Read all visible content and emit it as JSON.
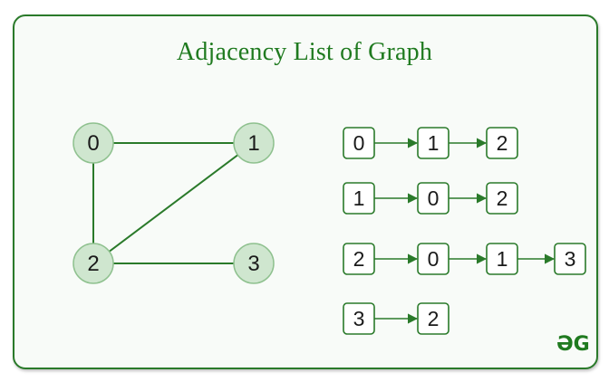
{
  "title": "Adjacency List of Graph",
  "logo": "GG",
  "colors": {
    "accent": "#1f7a1f",
    "node_fill": "#cfe6cf",
    "node_stroke": "#8fc18f",
    "edge": "#2a7a2a",
    "card_border": "#2a7a2a"
  },
  "graph": {
    "nodes": [
      "0",
      "1",
      "2",
      "3"
    ],
    "edges": [
      [
        "0",
        "1"
      ],
      [
        "0",
        "2"
      ],
      [
        "1",
        "2"
      ],
      [
        "2",
        "3"
      ]
    ]
  },
  "adjacency_list": [
    {
      "vertex": "0",
      "neighbors": [
        "1",
        "2"
      ]
    },
    {
      "vertex": "1",
      "neighbors": [
        "0",
        "2"
      ]
    },
    {
      "vertex": "2",
      "neighbors": [
        "0",
        "1",
        "3"
      ]
    },
    {
      "vertex": "3",
      "neighbors": [
        "2"
      ]
    }
  ]
}
